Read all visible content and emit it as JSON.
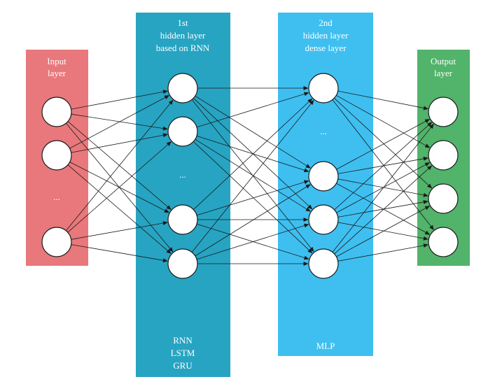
{
  "layers": {
    "input": {
      "label_lines": [
        "Input",
        "layer"
      ],
      "ellipsis": "...",
      "color": "#e8787b"
    },
    "hidden1": {
      "label_lines": [
        "1st",
        "hidden layer",
        "based on RNN"
      ],
      "bottom_lines": [
        "RNN",
        "LSTM",
        "GRU"
      ],
      "ellipsis": "...",
      "color": "#27a4c2"
    },
    "hidden2": {
      "label_lines": [
        "2nd",
        "hidden layer",
        "dense layer"
      ],
      "bottom_lines": [
        "MLP"
      ],
      "ellipsis": "...",
      "color": "#3ebff0"
    },
    "output": {
      "label_lines": [
        "Output",
        "layer"
      ],
      "color": "#52b36b"
    }
  },
  "colors": {
    "node_fill": "#ffffff",
    "node_stroke": "#1a1a1a",
    "edge": "#1a1a1a"
  }
}
